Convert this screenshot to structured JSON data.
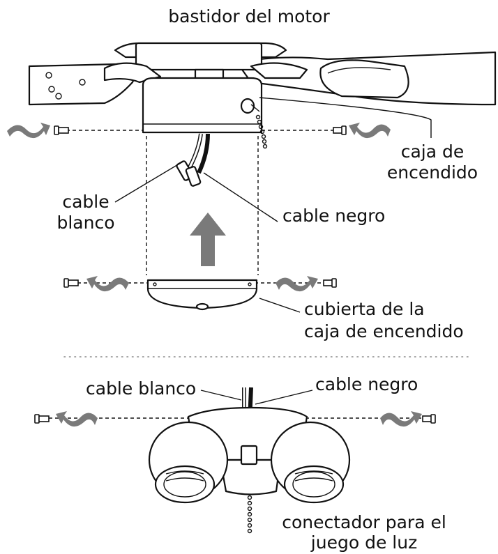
{
  "labels": {
    "motor_housing": "bastidor del motor",
    "switch_housing_line1": "caja de",
    "switch_housing_line2": "encendido",
    "white_wire_top_line1": "cable",
    "white_wire_top_line2": "blanco",
    "black_wire_top": "cable negro",
    "cover_line1": "cubierta de la",
    "cover_line2": "caja de encendido",
    "white_wire_bottom": "cable blanco",
    "black_wire_bottom": "cable negro",
    "connector_line1": "conectador para el",
    "connector_line2": "juego de luz"
  },
  "colors": {
    "line": "#111111",
    "arrow_gray": "#7a7a7a",
    "separator": "#888888"
  },
  "icons": [
    "screw-icon",
    "curved-arrow-icon",
    "up-arrow-icon",
    "pull-chain-icon"
  ]
}
